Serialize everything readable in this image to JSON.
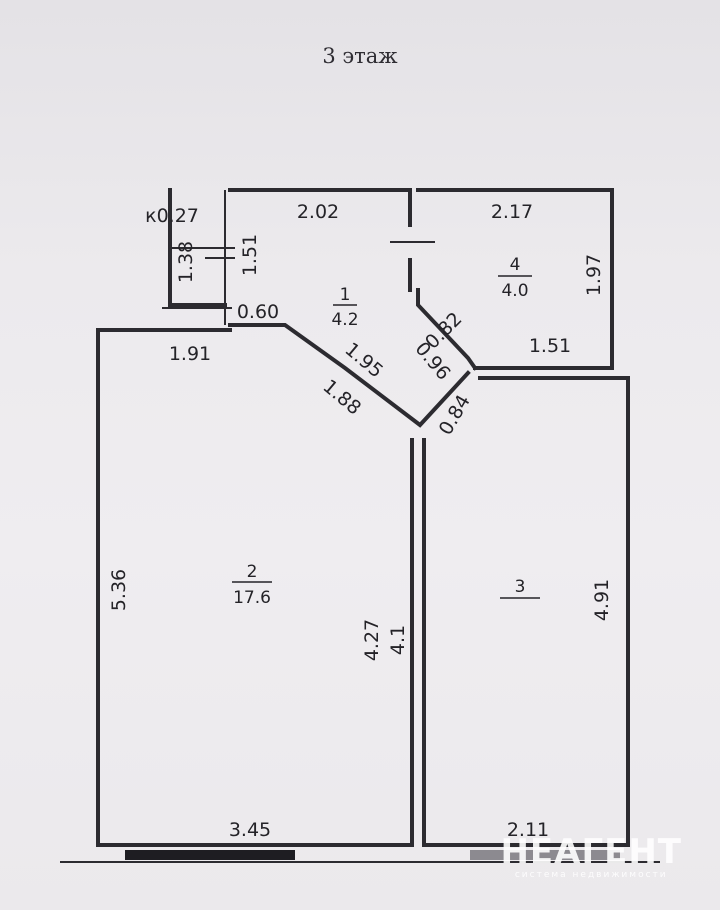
{
  "floor_title": "3 этаж",
  "rooms": [
    {
      "number": "1",
      "area": "4.2"
    },
    {
      "number": "2",
      "area": "17.6"
    },
    {
      "number": "3",
      "area": ""
    },
    {
      "number": "4",
      "area": "4.0"
    }
  ],
  "dimensions": {
    "d_2_02": "2.02",
    "d_2_17": "2.17",
    "d_0_27": "к0.27",
    "d_1_38": "1.38",
    "d_1_51_v": "1.51",
    "d_1_97": "1.97",
    "d_0_60": "0.60",
    "d_0_82": "0.82",
    "d_1_51_h": "1.51",
    "d_1_91": "1.91",
    "d_1_95": "1.95",
    "d_0_96": "0.96",
    "d_1_88": "1.88",
    "d_0_84": "0.84",
    "d_5_36": "5.36",
    "d_4_27": "4.27",
    "d_4_1": "4.1",
    "d_4_91": "4.91",
    "d_3_45": "3.45",
    "d_2_11": "2.11"
  },
  "watermark": {
    "logo": "НЕАГЕНТ",
    "tagline": "система недвижимости"
  }
}
